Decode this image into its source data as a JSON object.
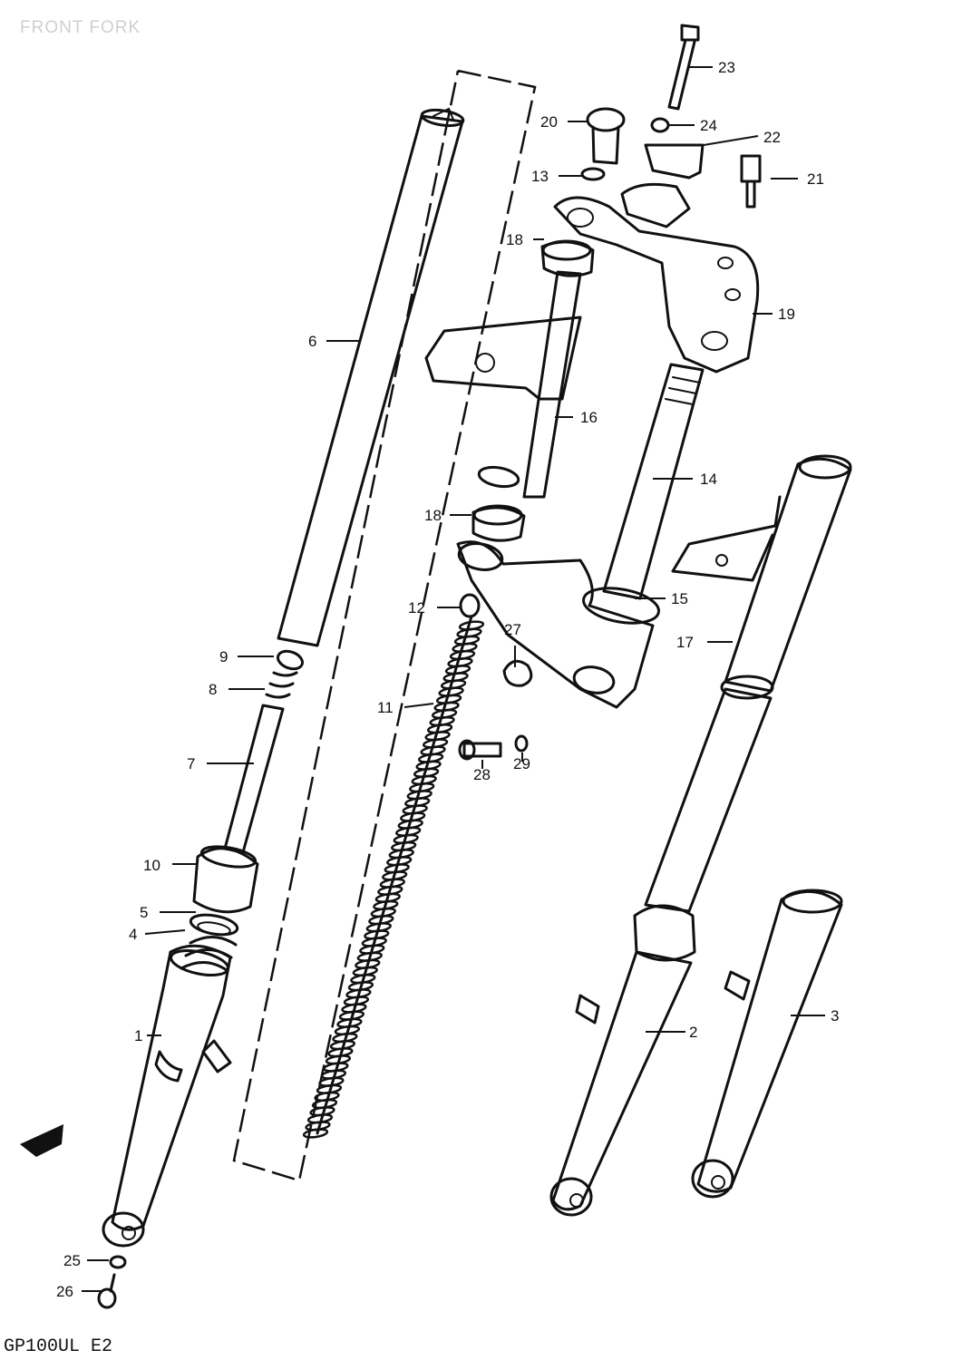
{
  "title": "FRONT FORK",
  "model_code": "GP100UL E2",
  "callouts": [
    "1",
    "2",
    "3",
    "4",
    "5",
    "6",
    "7",
    "8",
    "9",
    "10",
    "11",
    "12",
    "13",
    "14",
    "15",
    "16",
    "17",
    "18",
    "18",
    "19",
    "20",
    "21",
    "22",
    "23",
    "24",
    "25",
    "26",
    "27",
    "28",
    "29"
  ]
}
